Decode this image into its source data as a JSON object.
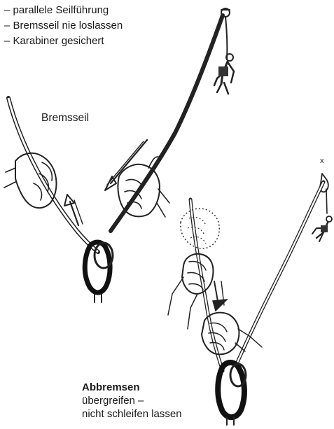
{
  "notes": {
    "items": [
      "parallele Seilführung",
      "Bremsseil nie loslassen",
      "Karabiner gesichert"
    ]
  },
  "labels": {
    "bremsseil": "Bremsseil",
    "anchor_mark": "x"
  },
  "caption": {
    "title": "Abbremsen",
    "line1": "übergreifen –",
    "line2": "nicht schleifen lassen"
  },
  "colors": {
    "ink": "#222222",
    "carabiner": "#111111",
    "background": "#ffffff"
  }
}
